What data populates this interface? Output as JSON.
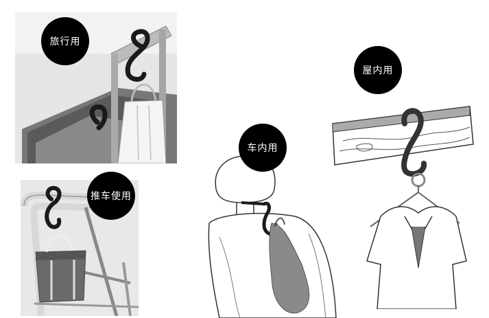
{
  "scenes": [
    {
      "id": "travel",
      "label": "旅行用"
    },
    {
      "id": "stroller",
      "label": "推车使用"
    },
    {
      "id": "car",
      "label": "车内用"
    },
    {
      "id": "indoor",
      "label": "屋内用"
    }
  ]
}
